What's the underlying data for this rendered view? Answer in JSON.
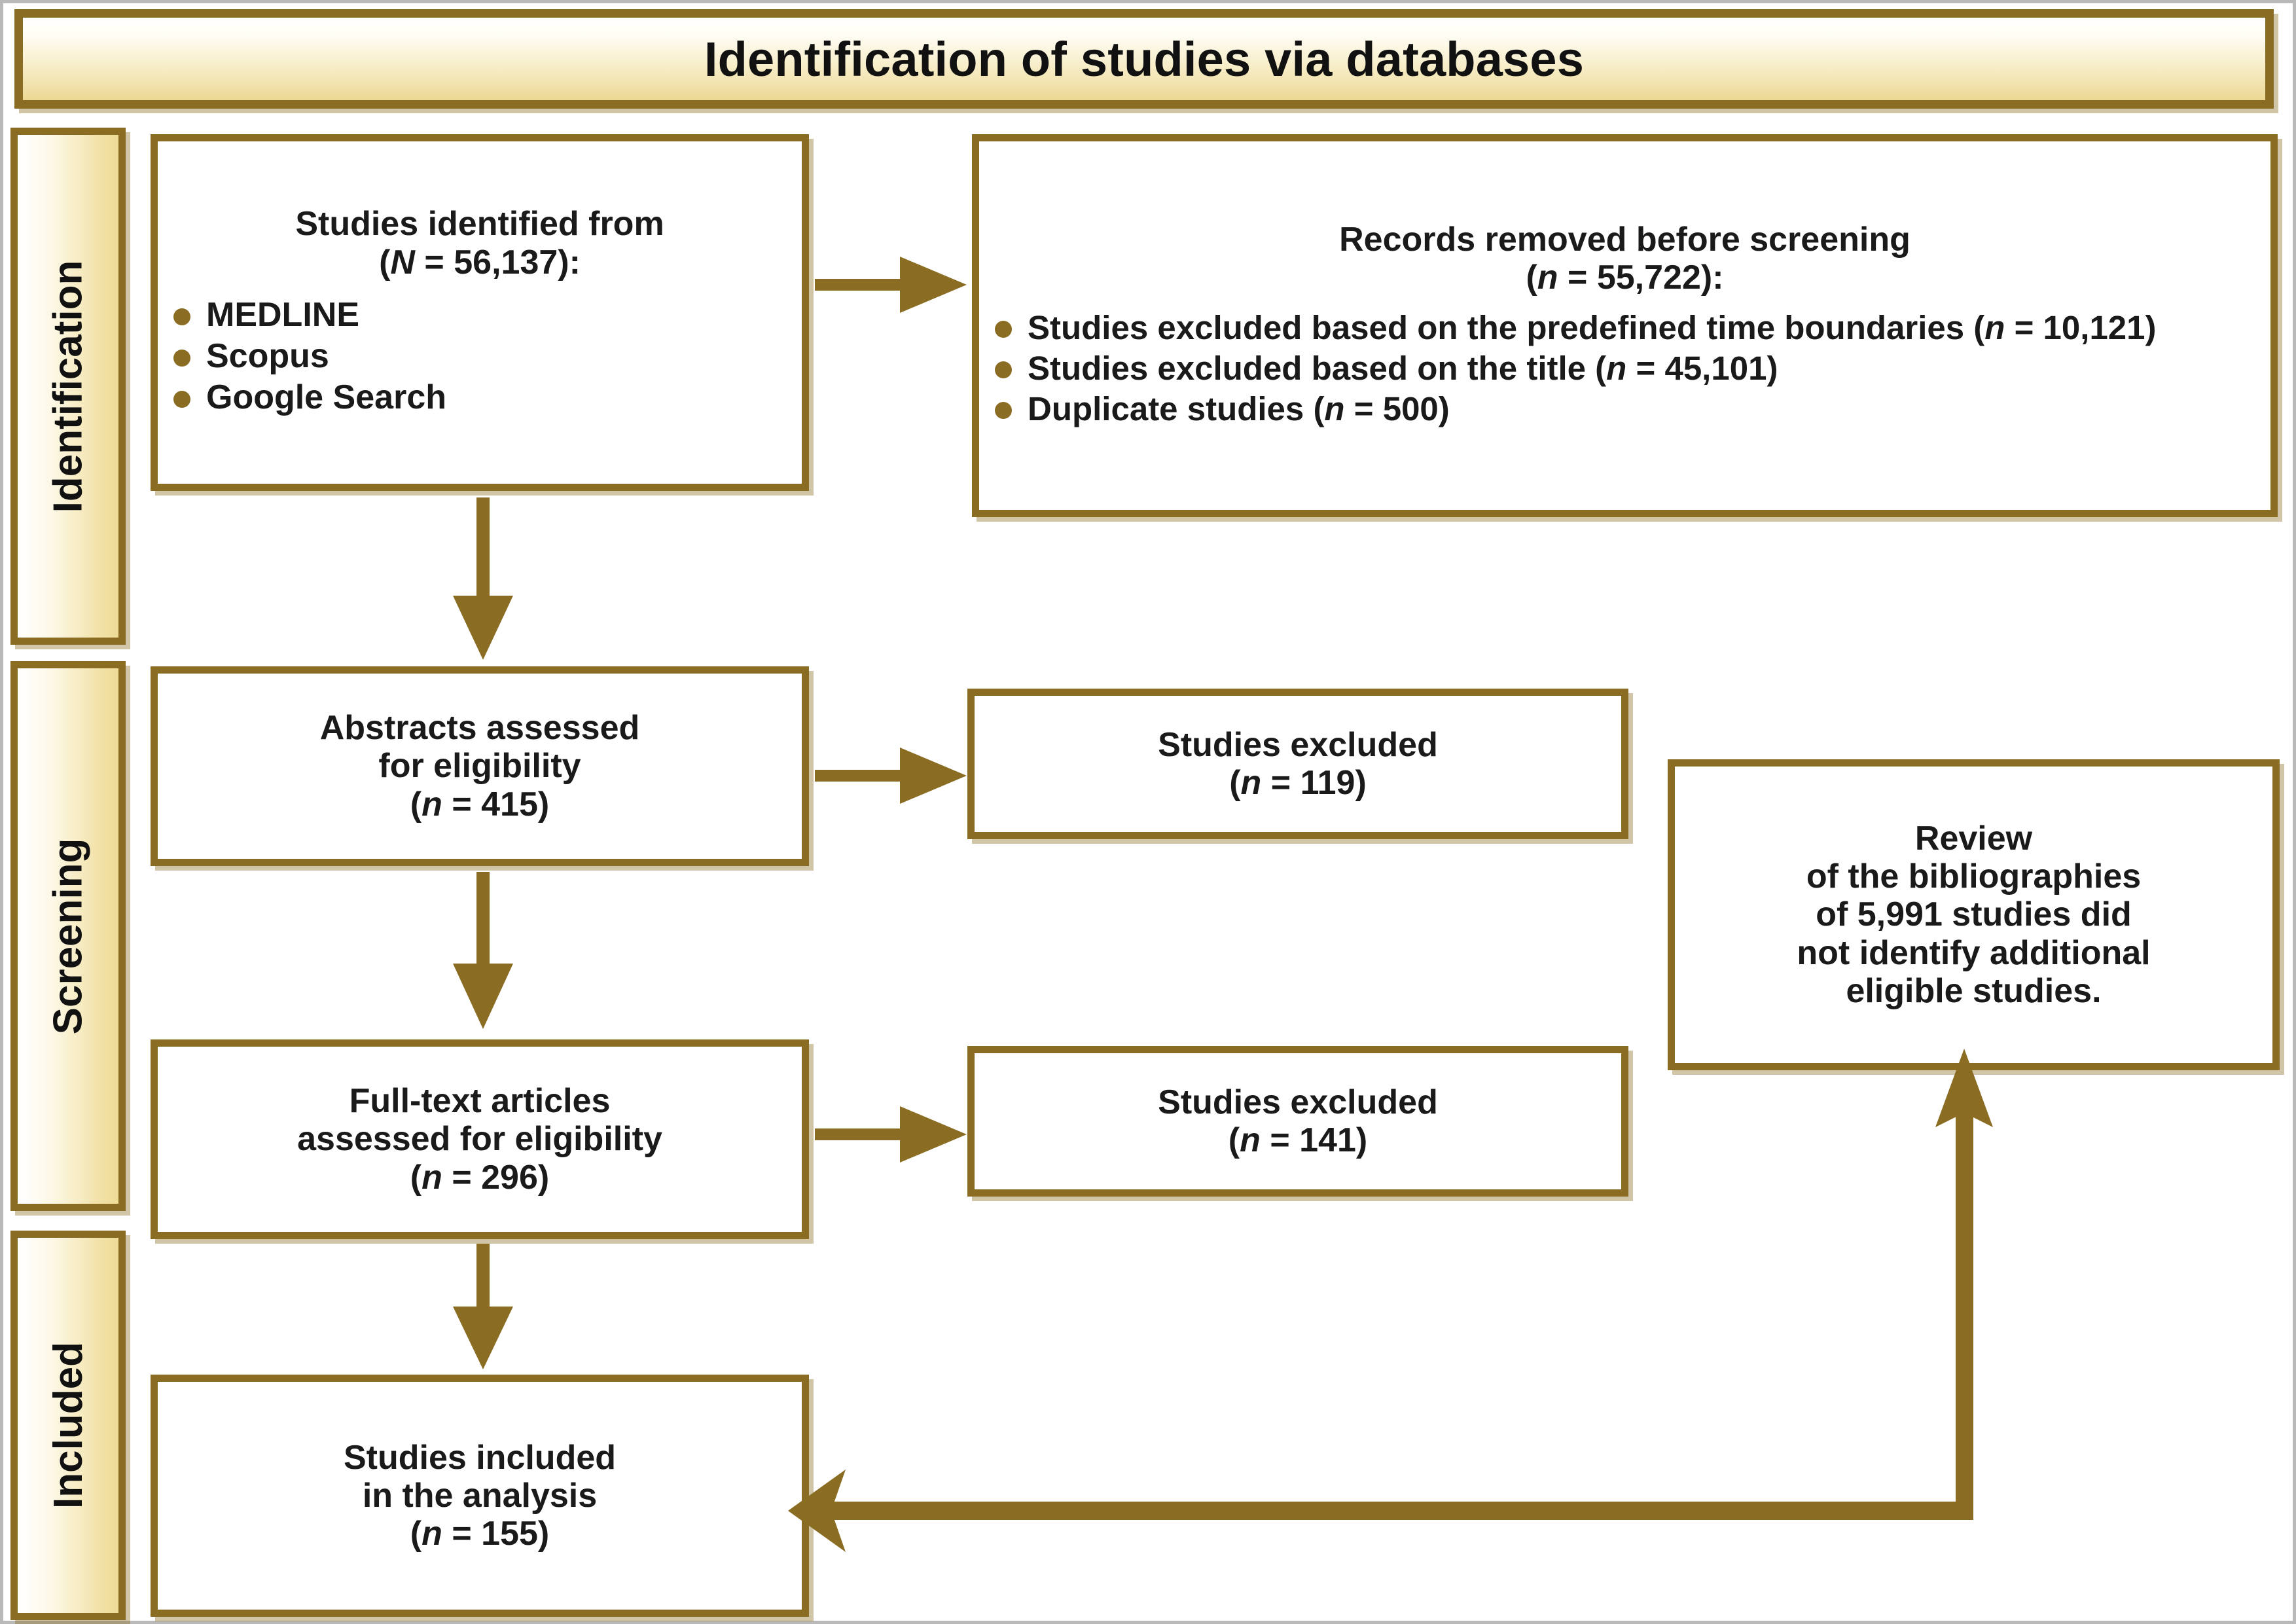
{
  "diagram": {
    "type": "prisma-flow-diagram",
    "accent_color": "#8a6d23",
    "banner_gradient_top": "#ffffff",
    "banner_gradient_bottom": "#ecd894",
    "title": "Identification of studies via databases"
  },
  "stages": [
    {
      "id": "identification",
      "label": "Identification"
    },
    {
      "id": "screening",
      "label": "Screening"
    },
    {
      "id": "included",
      "label": "Included"
    }
  ],
  "boxes": {
    "identified": {
      "line1": "Studies identified from",
      "line2_prefix": "(",
      "line2_italic": "N",
      "line2_suffix": " = 56,137):",
      "sources": [
        "MEDLINE",
        "Scopus",
        "Google Search"
      ]
    },
    "removed": {
      "line1": "Records removed before screening",
      "line2_prefix": "(",
      "line2_italic": "n",
      "line2_suffix": " = 55,722):",
      "reasons": [
        {
          "text": "Studies excluded based on the predefined time boundaries (",
          "italic": "n",
          "tail": " = 10,121)"
        },
        {
          "text": "Studies excluded based on the title (",
          "italic": "n",
          "tail": " = 45,101)"
        },
        {
          "text": "Duplicate studies (",
          "italic": "n",
          "tail": " = 500)"
        }
      ]
    },
    "abstracts": {
      "line1": "Abstracts assessed",
      "line2": "for eligibility",
      "count_prefix": "(",
      "count_italic": "n",
      "count_suffix": " = 415)"
    },
    "excluded_abstracts": {
      "line1": "Studies excluded",
      "count_prefix": "(",
      "count_italic": "n",
      "count_suffix": " = 119)"
    },
    "fulltext": {
      "line1": "Full-text articles",
      "line2": "assessed for eligibility",
      "count_prefix": "(",
      "count_italic": "n",
      "count_suffix": " = 296)"
    },
    "excluded_fulltext": {
      "line1": "Studies excluded",
      "count_prefix": "(",
      "count_italic": "n",
      "count_suffix": " = 141)"
    },
    "review_bibliographies": {
      "line1": "Review",
      "line2": "of the bibliographies",
      "line3": "of 5,991 studies did",
      "line4": "not identify additional",
      "line5": "eligible studies."
    },
    "included": {
      "line1": "Studies included",
      "line2": "in the analysis",
      "count_prefix": "(",
      "count_italic": "n",
      "count_suffix": " = 155)"
    }
  },
  "arrows": [
    {
      "id": "identified-to-removed",
      "direction": "right"
    },
    {
      "id": "identified-to-abstracts",
      "direction": "down"
    },
    {
      "id": "abstracts-to-excluded",
      "direction": "right"
    },
    {
      "id": "abstracts-to-fulltext",
      "direction": "down"
    },
    {
      "id": "fulltext-to-excluded",
      "direction": "right"
    },
    {
      "id": "fulltext-to-included",
      "direction": "down"
    },
    {
      "id": "included-from-review",
      "direction": "left-elbow-up"
    }
  ]
}
